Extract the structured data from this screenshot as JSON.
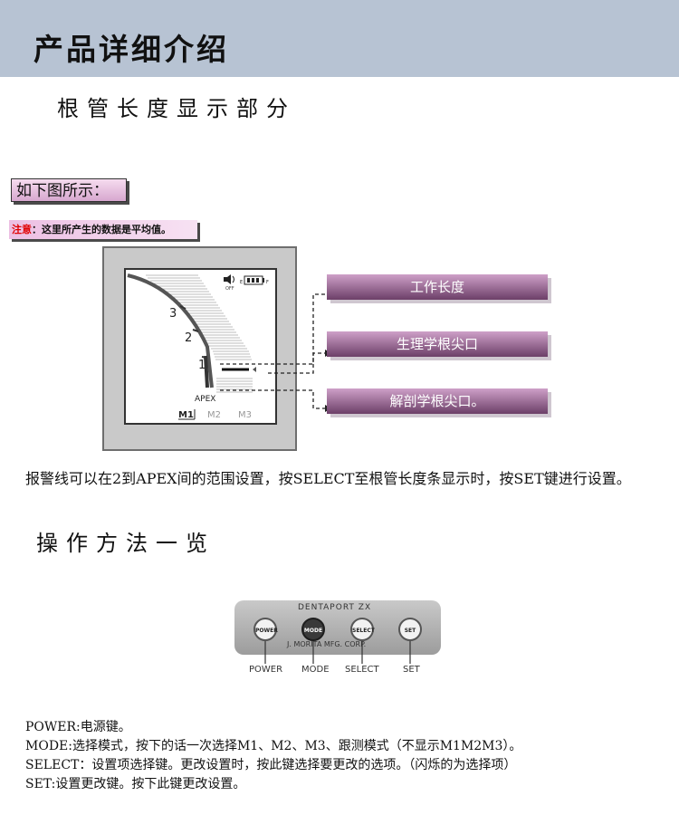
{
  "header": {
    "title": "产品详细介绍"
  },
  "section1": {
    "title": "根管长度显示部分",
    "label_box": "如下图所示：",
    "note_prefix": "注意",
    "note_text": "：这里所产生的数据是平均值。"
  },
  "diagram": {
    "scale_labels": [
      "3",
      "2",
      "1",
      "APEX"
    ],
    "modes": [
      "M1",
      "M2",
      "M3"
    ],
    "speaker_sub": "OFF",
    "battery_e": "E",
    "battery_f": "F",
    "callouts": [
      "工作长度",
      "生理学根尖口",
      "解剖学根尖口。"
    ]
  },
  "paragraph": "报警线可以在2到APEX间的范围设置，按SELECT至根管长度条显示时，按SET键进行设置。",
  "section2": {
    "title": "操作方法一览",
    "panel_brand": "DENTAPORT ZX",
    "panel_corp": "J. MORITA MFG. CORP.",
    "buttons": [
      {
        "label": "POWER",
        "caption": "POWER"
      },
      {
        "label": "MODE",
        "caption": "MODE"
      },
      {
        "label": "SELECT",
        "caption": "SELECT"
      },
      {
        "label": "SET",
        "caption": "SET"
      }
    ],
    "legend": [
      "POWER:电源键。",
      "MODE:选择模式，按下的话一次选择M1、M2、M3、跟测模式（不显示M1M2M3）。",
      "SELECT：设置项选择键。更改设置时，按此键选择要更改的选项。（闪烁的为选择项）",
      "SET:设置更改键。按下此键更改设置。"
    ]
  }
}
